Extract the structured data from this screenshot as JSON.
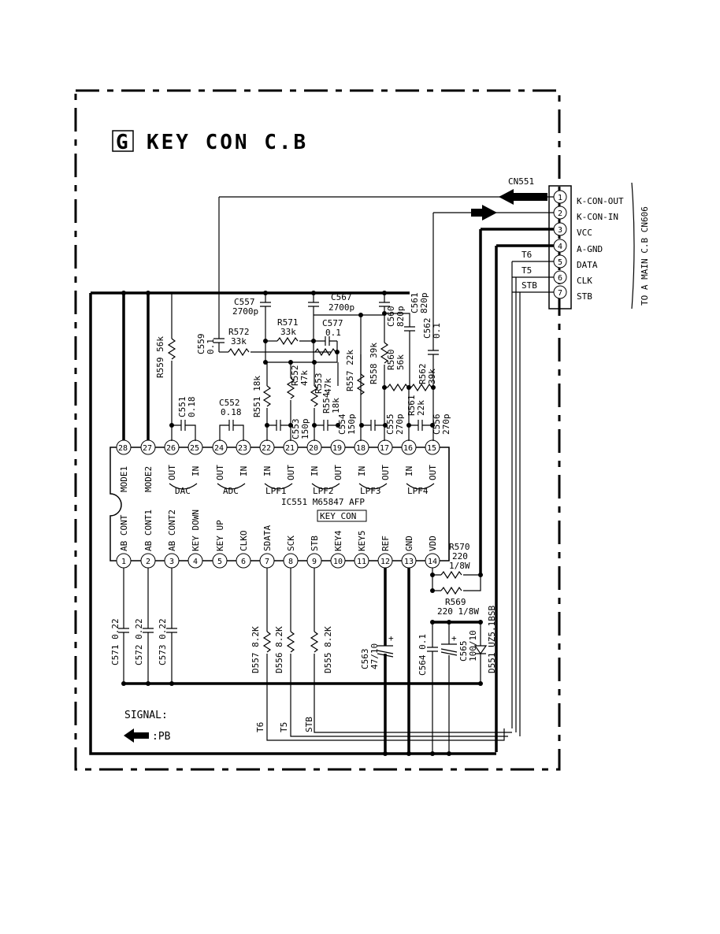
{
  "board": {
    "letter": "G",
    "title": "KEY CON C.B"
  },
  "connector": {
    "ref": "CN551",
    "side_label": "TO A MAIN C.B CN606",
    "pins": [
      {
        "num": "1",
        "name": "K-CON-OUT"
      },
      {
        "num": "2",
        "name": "K-CON-IN"
      },
      {
        "num": "3",
        "name": "VCC"
      },
      {
        "num": "4",
        "name": "A-GND"
      },
      {
        "num": "5",
        "name": "DATA"
      },
      {
        "num": "6",
        "name": "CLK"
      },
      {
        "num": "7",
        "name": "STB"
      }
    ],
    "wire_labels": [
      "T6",
      "T5",
      "STB"
    ]
  },
  "ic": {
    "ref": "IC551 M65847 AFP",
    "name": "KEY CON",
    "top_pins": [
      {
        "num": "28",
        "name": "MODE1"
      },
      {
        "num": "27",
        "name": "MODE2"
      },
      {
        "num": "26",
        "name": "OUT"
      },
      {
        "num": "25",
        "name": "IN"
      },
      {
        "num": "24",
        "name": "OUT"
      },
      {
        "num": "23",
        "name": "IN"
      },
      {
        "num": "22",
        "name": "IN"
      },
      {
        "num": "21",
        "name": "OUT"
      },
      {
        "num": "20",
        "name": "IN"
      },
      {
        "num": "19",
        "name": "OUT"
      },
      {
        "num": "18",
        "name": "IN"
      },
      {
        "num": "17",
        "name": "OUT"
      },
      {
        "num": "16",
        "name": "IN"
      },
      {
        "num": "15",
        "name": "OUT"
      }
    ],
    "bottom_pins": [
      {
        "num": "1",
        "name": "AB CONT"
      },
      {
        "num": "2",
        "name": "AB CONT1"
      },
      {
        "num": "3",
        "name": "AB CONT2"
      },
      {
        "num": "4",
        "name": "KEY DOWN"
      },
      {
        "num": "5",
        "name": "KEY UP"
      },
      {
        "num": "6",
        "name": "CLKO"
      },
      {
        "num": "7",
        "name": "SDATA"
      },
      {
        "num": "8",
        "name": "SCK"
      },
      {
        "num": "9",
        "name": "STB"
      },
      {
        "num": "10",
        "name": "KEY4"
      },
      {
        "num": "11",
        "name": "KEY5"
      },
      {
        "num": "12",
        "name": "REF"
      },
      {
        "num": "13",
        "name": "GND"
      },
      {
        "num": "14",
        "name": "VDD"
      }
    ],
    "blocks": [
      "DAC",
      "ADC",
      "LPF1",
      "LPF2",
      "LPF3",
      "LPF4"
    ]
  },
  "components": {
    "c557": "C557",
    "c557v": "2700p",
    "c567": "C567",
    "c567v": "2700p",
    "c560": "C560",
    "c560v": "820p",
    "c561": "C561",
    "c561v": "820p",
    "c559": "C559",
    "c559v": "0.1",
    "r572": "R572",
    "r572v": "33k",
    "r571": "R571",
    "r571v": "33k",
    "c577": "C577",
    "c577v": "0.1",
    "r559": "R559 56k",
    "r552": "R552",
    "r552v": "47k",
    "r553": "R553",
    "r553v": "47k",
    "r557": "R557 22k",
    "r558": "R558 39k",
    "r560": "R560",
    "r560v": "56k",
    "c562": "C562",
    "c562v": "0.1",
    "c551": "C551",
    "c551v": "0.18",
    "c552": "C552",
    "c552v": "0.18",
    "r551": "R551 18k",
    "r554": "R554",
    "r554v": "18k",
    "r561": "R561",
    "r561v": "22k",
    "r562": "R562",
    "r562v": "39k",
    "c553": "C553",
    "c553v": "150p",
    "c554": "C554",
    "c554v": "150p",
    "c555": "C555",
    "c555v": "270p",
    "c556": "C556",
    "c556v": "270p",
    "r570": "R570",
    "r570v": "220",
    "r570w": "1/8W",
    "r569": "R569",
    "r569v": "220 1/8W",
    "c571": "C571 0.22",
    "c572": "C572 0.22",
    "c573": "C573 0.22",
    "d557": "D557 8.2K",
    "d556": "D556 8.2K",
    "d555": "D555 8.2K",
    "c563": "C563",
    "c563v": "47/10",
    "c564": "C564 0.1",
    "c565": "C565",
    "c565v": "100/10",
    "d551": "D551 UZ5.1BSB"
  },
  "bottom_wire_labels": [
    "T6",
    "T5",
    "STB"
  ],
  "legend": {
    "title": "SIGNAL:",
    "item": ":PB"
  }
}
